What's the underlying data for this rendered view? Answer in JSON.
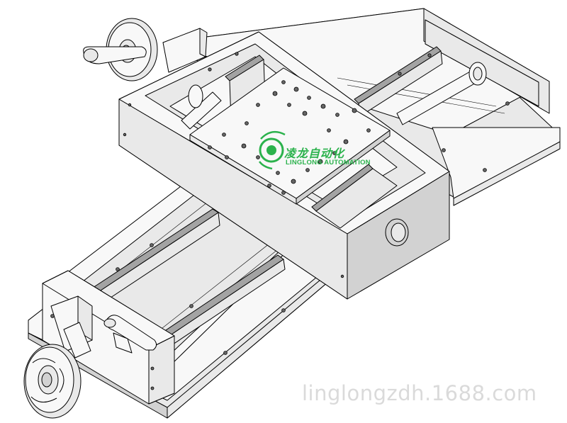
{
  "drawing": {
    "subject": "XY cross slide table with handwheels",
    "line_color": "#000000",
    "face_light": "#f7f7f7",
    "face_mid": "#e6e6e6",
    "face_dark": "#c8c8c8",
    "rail_color": "#9a9a9a"
  },
  "logo": {
    "chinese": "凌龙自动化",
    "english": "LINGLONG AUTOMATION",
    "color": "#2bb24c",
    "icon": "gear-dragon-icon"
  },
  "watermark": {
    "text": "linglongzdh.1688.com"
  }
}
